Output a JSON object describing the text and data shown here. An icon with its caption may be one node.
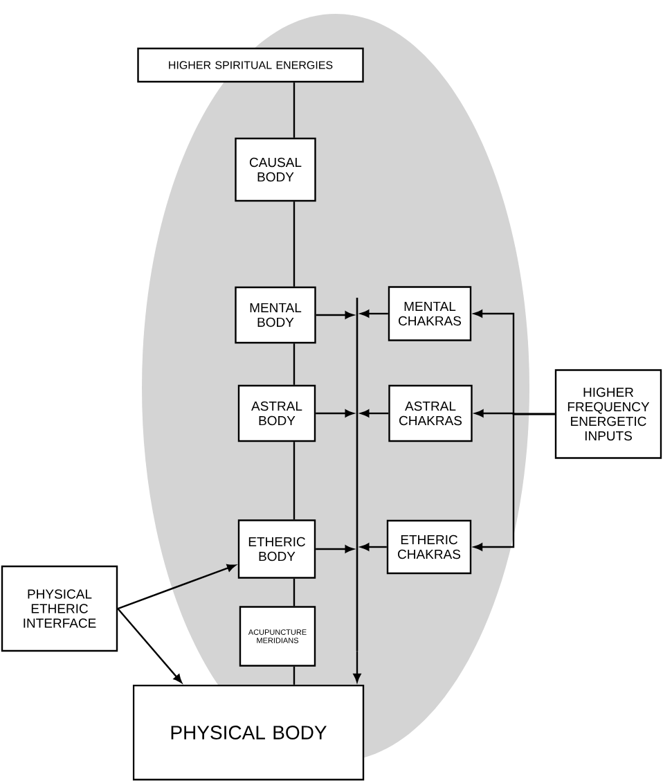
{
  "diagram": {
    "nodes": [
      {
        "text": [
          "HIGHER SPIRITUAL ENERGIES"
        ]
      },
      {
        "text": [
          "CAUSAL BODY"
        ]
      },
      {
        "text": [
          "MENTAL BODY"
        ]
      },
      {
        "text": [],
        "shape": "bar"
      },
      {
        "text": [
          "MENTAL CHAKRAS"
        ]
      },
      {
        "text": [
          "HIGHER FREQUENCY ENERGETIC INPUTS"
        ]
      },
      {
        "text": [
          "ASTRAL BODY"
        ]
      },
      {
        "text": [
          "ASTRAL CHAKRAS"
        ]
      },
      {
        "text": [
          "ETHERIC BODY"
        ]
      },
      {
        "text": [
          "ETHERIC CHAKRAS"
        ]
      },
      {
        "text": [
          "PHYSICAL ETHERIC INTERFACE"
        ]
      },
      {
        "text": [
          "ACUPUNCTURE MERIDIANS"
        ]
      },
      {
        "text": [
          "PHYSICAL BODY"
        ]
      }
    ],
    "edges": [
      {
        "from": 0,
        "to": 1,
        "arrow": "none"
      },
      {
        "from": 1,
        "to": 2,
        "arrow": "none"
      },
      {
        "from": 2,
        "to": 6,
        "arrow": "none"
      },
      {
        "from": 6,
        "to": 8,
        "arrow": "none"
      },
      {
        "from": 8,
        "to": 11,
        "arrow": "none"
      },
      {
        "from": 11,
        "to": 12,
        "arrow": "none"
      },
      {
        "from": 2,
        "to": 3,
        "arrow": "to"
      },
      {
        "from": 4,
        "to": 3,
        "arrow": "to"
      },
      {
        "from": 6,
        "to": 3,
        "arrow": "to"
      },
      {
        "from": 7,
        "to": 3,
        "arrow": "to"
      },
      {
        "from": 8,
        "to": 3,
        "arrow": "to"
      },
      {
        "from": 9,
        "to": 3,
        "arrow": "to"
      },
      {
        "from": 5,
        "to": 4,
        "arrow": "to"
      },
      {
        "from": 5,
        "to": 7,
        "arrow": "to"
      },
      {
        "from": 5,
        "to": 9,
        "arrow": "to"
      },
      {
        "from": 10,
        "to": 8,
        "arrow": "to"
      },
      {
        "from": 10,
        "to": 12,
        "arrow": "to"
      },
      {
        "from": 3,
        "to": 12,
        "arrow": "to"
      }
    ]
  }
}
